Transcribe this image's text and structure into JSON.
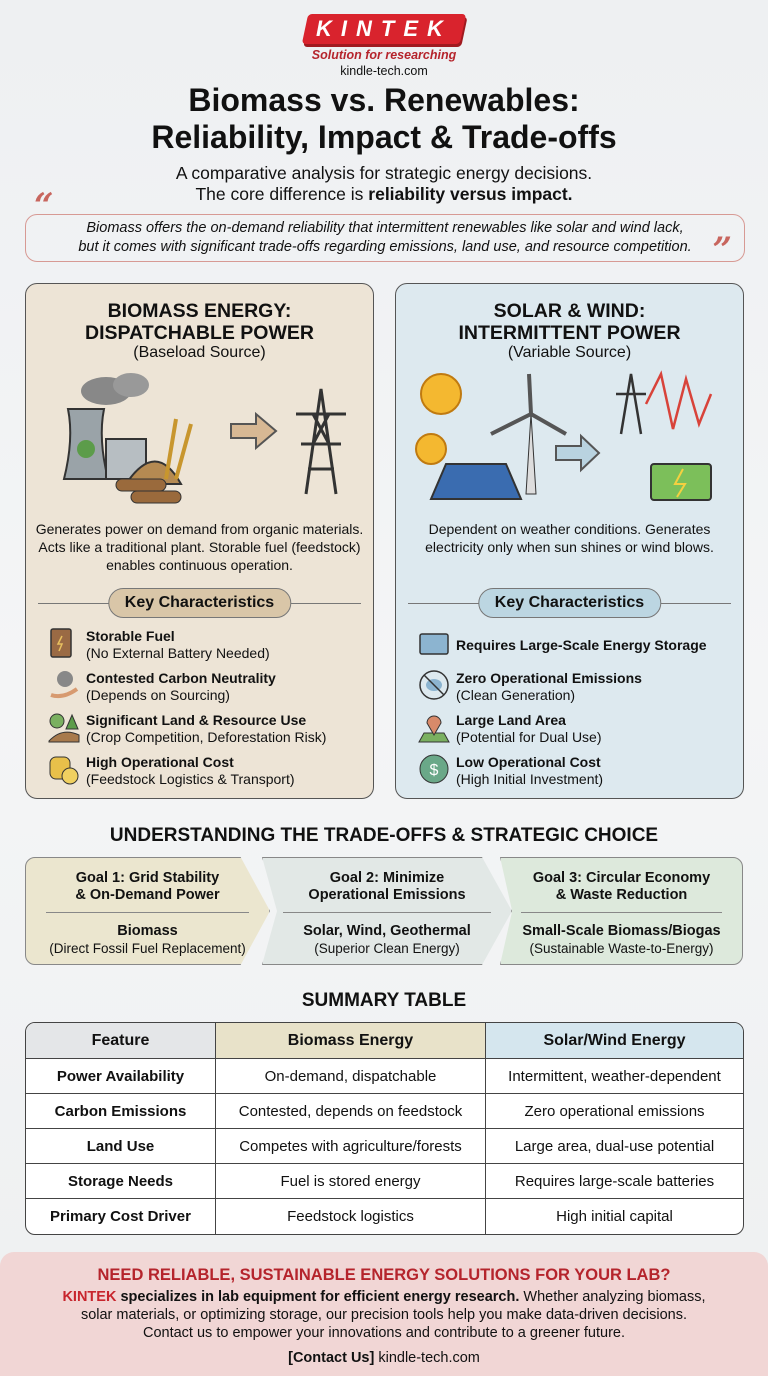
{
  "brand": {
    "logo": "KINTEK",
    "tagline": "Solution for researching",
    "site": "kindle-tech.com"
  },
  "header": {
    "title_line1": "Biomass vs. Renewables:",
    "title_line2": "Reliability, Impact & Trade-offs",
    "subtitle_line1": "A comparative analysis for strategic energy decisions.",
    "subtitle_line2_prefix": "The core difference is ",
    "subtitle_line2_bold": "reliability versus impact."
  },
  "quote": {
    "line1": "Biomass offers the on-demand reliability that intermittent renewables like solar and wind lack,",
    "line2": "but it comes with significant trade-offs regarding emissions, land use, and resource competition."
  },
  "panels": [
    {
      "title1": "BIOMASS ENERGY:",
      "title2": "DISPATCHABLE POWER",
      "subtitle": "(Baseload Source)",
      "description": "Generates power on demand from organic materials. Acts like a traditional plant. Storable fuel (feedstock) enables continuous operation.",
      "key_label": "Key Characteristics",
      "accent": "#d9c6a8",
      "items": [
        {
          "title": "Storable Fuel",
          "detail": "(No External Battery Needed)",
          "icon": "fuel-book-icon"
        },
        {
          "title": "Contested Carbon Neutrality",
          "detail": "(Depends on Sourcing)",
          "icon": "hand-cloud-icon"
        },
        {
          "title": "Significant Land & Resource Use",
          "detail": "(Crop Competition, Deforestation Risk)",
          "icon": "trees-land-icon"
        },
        {
          "title": "High Operational Cost",
          "detail": "(Feedstock Logistics & Transport)",
          "icon": "coins-icon"
        }
      ]
    },
    {
      "title1": "SOLAR & WIND:",
      "title2": "INTERMITTENT POWER",
      "subtitle": "(Variable Source)",
      "description": "Dependent on weather conditions. Generates electricity only when sun shines or wind blows.",
      "key_label": "Key Characteristics",
      "accent": "#bcd6e2",
      "items": [
        {
          "title": "Requires Large-Scale Energy Storage",
          "detail": "",
          "icon": "battery-icon"
        },
        {
          "title": "Zero Operational Emissions",
          "detail": "(Clean Generation)",
          "icon": "no-emissions-icon"
        },
        {
          "title": "Large Land Area",
          "detail": "(Potential for Dual Use)",
          "icon": "map-pin-icon"
        },
        {
          "title": "Low Operational Cost",
          "detail": "(High Initial Investment)",
          "icon": "dollar-icon"
        }
      ]
    }
  ],
  "tradeoffs": {
    "heading": "UNDERSTANDING THE TRADE-OFFS & STRATEGIC CHOICE",
    "goals": [
      {
        "title1": "Goal 1: Grid Stability",
        "title2": "& On-Demand Power",
        "choice": "Biomass",
        "note": "(Direct Fossil Fuel Replacement)",
        "color": "#ebe6cf"
      },
      {
        "title1": "Goal 2: Minimize",
        "title2": "Operational Emissions",
        "choice": "Solar, Wind, Geothermal",
        "note": "(Superior Clean Energy)",
        "color": "#e2e8e6"
      },
      {
        "title1": "Goal 3: Circular Economy",
        "title2": "& Waste Reduction",
        "choice": "Small-Scale Biomass/Biogas",
        "note": "(Sustainable Waste-to-Energy)",
        "color": "#dde9dc"
      }
    ]
  },
  "summary": {
    "heading": "SUMMARY TABLE",
    "headers": [
      "Feature",
      "Biomass Energy",
      "Solar/Wind Energy"
    ],
    "header_colors": [
      "#e4e6e8",
      "#e8e2c9",
      "#d5e6ee"
    ],
    "rows": [
      [
        "Power Availability",
        "On-demand, dispatchable",
        "Intermittent, weather-dependent"
      ],
      [
        "Carbon Emissions",
        "Contested, depends on feedstock",
        "Zero operational emissions"
      ],
      [
        "Land Use",
        "Competes with agriculture/forests",
        "Large area, dual-use potential"
      ],
      [
        "Storage Needs",
        "Fuel is stored energy",
        "Requires large-scale batteries"
      ],
      [
        "Primary Cost Driver",
        "Feedstock logistics",
        "High initial capital"
      ]
    ]
  },
  "footer": {
    "heading": "NEED RELIABLE, SUSTAINABLE ENERGY SOLUTIONS FOR YOUR LAB?",
    "brand": "KINTEK",
    "bold_text": " specializes in lab equipment for efficient energy research.",
    "text1": " Whether analyzing biomass,",
    "text2": "solar materials, or optimizing storage, our precision tools help you make data-driven decisions.",
    "text3": "Contact us to empower your innovations and contribute to a greener future.",
    "contact": "[Contact Us]",
    "site": " kindle-tech.com"
  },
  "colors": {
    "brand_red": "#d9232d",
    "heading_red": "#b5242c"
  }
}
